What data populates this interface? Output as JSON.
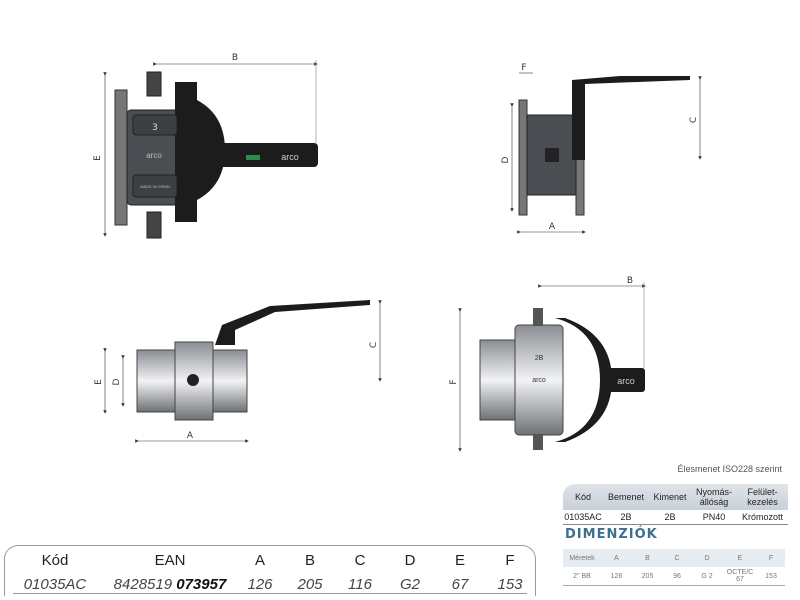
{
  "drawings": {
    "top_left": {
      "dim_b": "B",
      "dim_e": "E",
      "body_number": "3",
      "brand": "arco",
      "made_in": "MADE IN SPAIN",
      "handle_brand": "arco"
    },
    "top_right": {
      "dim_f": "F",
      "dim_c": "C",
      "dim_d": "D",
      "dim_a": "A"
    },
    "mid_left": {
      "dim_c": "C",
      "dim_e": "E",
      "dim_d": "D",
      "dim_a": "A"
    },
    "mid_right": {
      "dim_b": "B",
      "dim_f": "F",
      "body_number": "2B",
      "brand": "arco",
      "handle_brand": "arco"
    }
  },
  "spec": {
    "note": "Élesmenet ISO228 szerint",
    "headers": [
      "Kód",
      "Bemenet",
      "Kimenet",
      "Nyomás-állóság",
      "Felület-kezelés"
    ],
    "row": [
      "01035AC",
      "2B",
      "2B",
      "PN40",
      "Krómozott"
    ]
  },
  "dimensions": {
    "title": "DIMENZIÓK",
    "headers": [
      "Méretek",
      "A",
      "B",
      "C",
      "D",
      "E",
      "F"
    ],
    "row": [
      "2\" BB",
      "126",
      "205",
      "96",
      "G 2",
      "OCTE/C 67",
      "153"
    ]
  },
  "main_table": {
    "headers": [
      "Kód",
      "EAN",
      "A",
      "B",
      "C",
      "D",
      "E",
      "F"
    ],
    "code": "01035AC",
    "ean_prefix": "8428519",
    "ean_suffix": "073957",
    "values": [
      "126",
      "205",
      "116",
      "G2",
      "67",
      "153"
    ]
  },
  "colors": {
    "accent": "#3e6f8f",
    "body": "#4a4d52",
    "handle": "#1a1a1a"
  }
}
